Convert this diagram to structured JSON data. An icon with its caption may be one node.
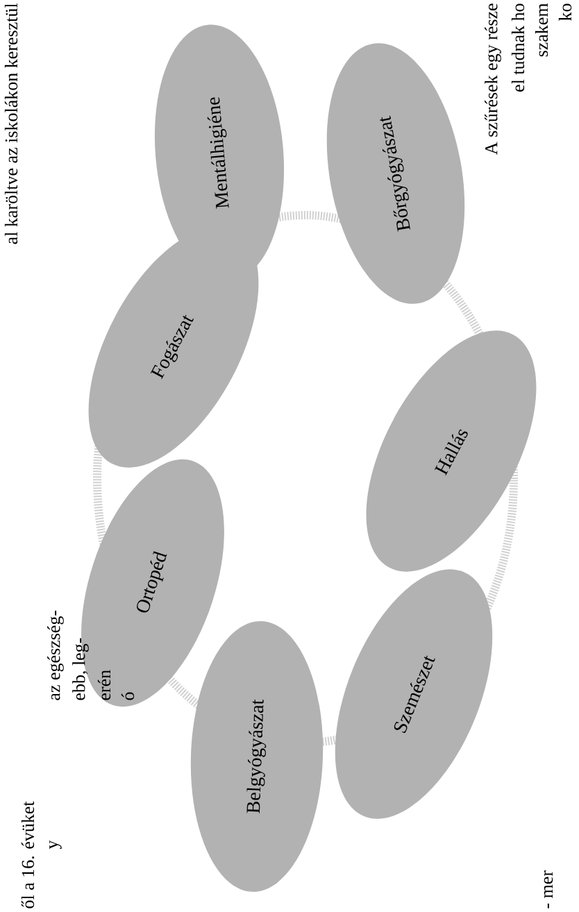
{
  "diagram": {
    "nodes": [
      {
        "text": [
          "Mentálhigiéne"
        ]
      },
      {
        "text": [
          "Bőrgyógyászat"
        ]
      },
      {
        "text": [
          "Fogászat"
        ]
      },
      {
        "text": [
          "Hallás"
        ]
      },
      {
        "text": [
          "Ortopéd"
        ]
      },
      {
        "text": [
          "Szemészet"
        ]
      },
      {
        "text": [
          "Belgyógyászat"
        ]
      }
    ],
    "labels": [
      "al karöltve az iskolákon keresztül",
      "az egészség-",
      "ebb, leg-",
      "erén",
      "ó",
      "y",
      "ől a 16. évüket",
      "A szűrések egy része",
      "el tudnak ho",
      "szakem",
      "ko",
      "- mer"
    ]
  }
}
